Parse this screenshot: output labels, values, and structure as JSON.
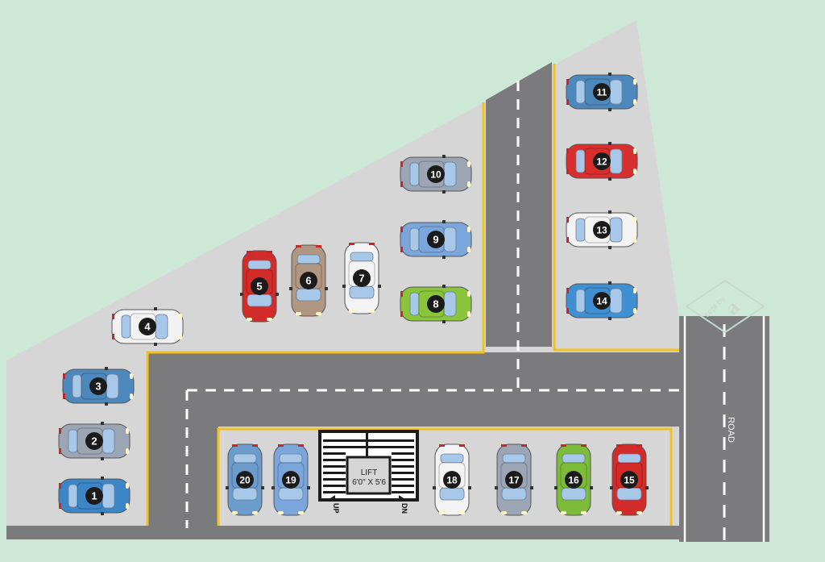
{
  "colors": {
    "background": "#cde8d6",
    "floor": "#d6d6d6",
    "asphalt": "#7b7b7d",
    "lane_dash": "#ffffff",
    "boundary": "#f2c11d",
    "number_badge": "#1b1b1b"
  },
  "road": {
    "label": "ROAD"
  },
  "lift": {
    "line1": "LIFT",
    "line2": "6'0\" X 5'6"
  },
  "stairs": {
    "up_label": "UP",
    "down_label": "DN"
  },
  "watermark": {
    "text": "cept by",
    "mark": "a"
  },
  "cars": [
    {
      "number": "1",
      "color": "#3c86c7"
    },
    {
      "number": "2",
      "color": "#9ca5b4"
    },
    {
      "number": "3",
      "color": "#4d88bd"
    },
    {
      "number": "4",
      "color": "#f2f2f2"
    },
    {
      "number": "5",
      "color": "#d32a2a"
    },
    {
      "number": "6",
      "color": "#b19682"
    },
    {
      "number": "7",
      "color": "#f3f3f3"
    },
    {
      "number": "8",
      "color": "#8ac43b"
    },
    {
      "number": "9",
      "color": "#7aa6dc"
    },
    {
      "number": "10",
      "color": "#9ca5b4"
    },
    {
      "number": "11",
      "color": "#4d88bd"
    },
    {
      "number": "12",
      "color": "#d92e2e"
    },
    {
      "number": "13",
      "color": "#f3f3f3"
    },
    {
      "number": "14",
      "color": "#3f8fd3"
    },
    {
      "number": "15",
      "color": "#d32a2a"
    },
    {
      "number": "16",
      "color": "#7cbc3a"
    },
    {
      "number": "17",
      "color": "#9ca5b4"
    },
    {
      "number": "18",
      "color": "#f3f3f3"
    },
    {
      "number": "19",
      "color": "#7aa6dc"
    },
    {
      "number": "20",
      "color": "#6b9ccc"
    }
  ]
}
